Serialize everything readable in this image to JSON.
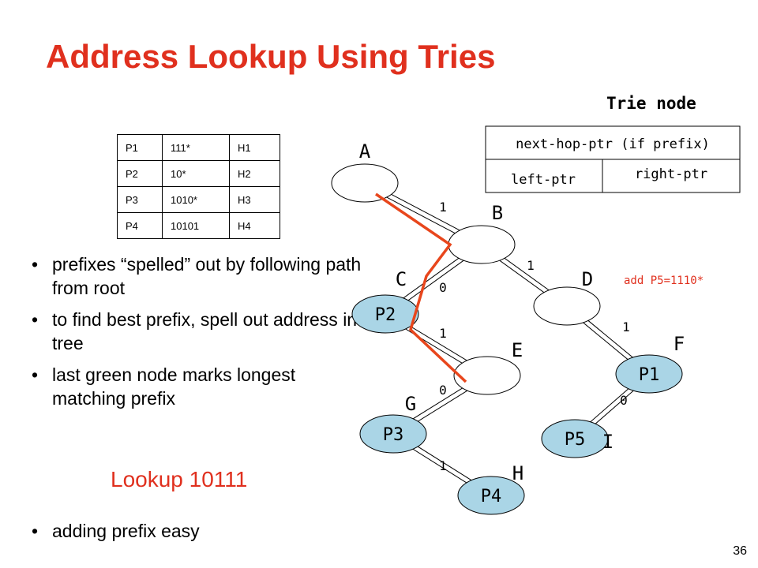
{
  "slide": {
    "title": "Address Lookup Using Tries",
    "page_number": "36"
  },
  "prefix_table": {
    "rows": [
      [
        "P1",
        "111*",
        "H1"
      ],
      [
        "P2",
        "10*",
        "H2"
      ],
      [
        "P3",
        "1010*",
        "H3"
      ],
      [
        "P4",
        "10101",
        "H4"
      ]
    ]
  },
  "bullets": [
    "prefixes “spelled” out by following path from root",
    "to find best prefix, spell out address in tree",
    "last green node marks longest matching prefix"
  ],
  "lookup_text": "Lookup 10111",
  "bullet_extra": "adding prefix easy",
  "trie_node": {
    "heading": "Trie node",
    "top_field": "next-hop-ptr (if prefix)",
    "left_field": "left-ptr",
    "right_field": "right-ptr"
  },
  "annotation": "add P5=1110*",
  "trie": {
    "nodes": [
      {
        "id": "A",
        "label": "A",
        "prefix": ""
      },
      {
        "id": "B",
        "label": "B",
        "prefix": ""
      },
      {
        "id": "C",
        "label": "C",
        "prefix": "P2"
      },
      {
        "id": "D",
        "label": "D",
        "prefix": ""
      },
      {
        "id": "E",
        "label": "E",
        "prefix": ""
      },
      {
        "id": "F",
        "label": "F",
        "prefix": "P1"
      },
      {
        "id": "G",
        "label": "G",
        "prefix": "P3"
      },
      {
        "id": "H",
        "label": "H",
        "prefix": "P4"
      },
      {
        "id": "I",
        "label": "I",
        "prefix": "P5"
      }
    ],
    "edges": [
      {
        "from": "A",
        "to": "B",
        "bit": "1"
      },
      {
        "from": "B",
        "to": "C",
        "bit": "0"
      },
      {
        "from": "B",
        "to": "D",
        "bit": "1"
      },
      {
        "from": "C",
        "to": "E",
        "bit": "1"
      },
      {
        "from": "D",
        "to": "F",
        "bit": "1"
      },
      {
        "from": "E",
        "to": "G",
        "bit": "0"
      },
      {
        "from": "F",
        "to": "I",
        "bit": "0"
      },
      {
        "from": "G",
        "to": "H",
        "bit": "1"
      }
    ]
  },
  "colors": {
    "title": "#e0301e",
    "path": "#e8461c",
    "green_node": "#aad5e6",
    "annotation": "#e0301e"
  }
}
